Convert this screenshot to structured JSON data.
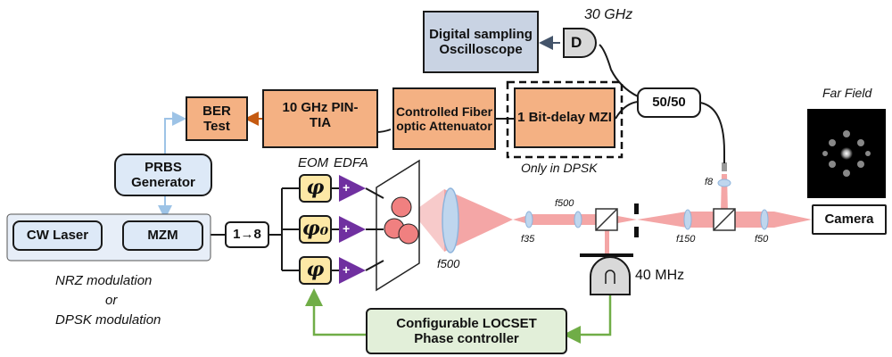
{
  "blocks": {
    "oscilloscope": "Digital sampling Oscilloscope",
    "detector_symbol": "D",
    "freq_top": "30 GHz",
    "coupler": "50/50",
    "mzi": "1 Bit-delay MZI",
    "only_dpsk": "Only in DPSK",
    "attenuator": "Controlled Fiber optic Attenuator",
    "pin_tia": "10 GHz PIN-TIA",
    "ber": "BER Test",
    "prbs": "PRBS Generator",
    "cw_laser": "CW Laser",
    "mzm": "MZM",
    "splitter": "1→8",
    "modulation_line1": "NRZ modulation",
    "modulation_line2": "or",
    "modulation_line3": "DPSK modulation",
    "eom": "EOM",
    "edfa": "EDFA",
    "phi": "φ",
    "phi0": "φ₀",
    "plus": "+",
    "far_field": "Far Field",
    "camera": "Camera",
    "controller": "Configurable LOCSET Phase controller",
    "freq_bottom": "40 MHz"
  },
  "lenses": {
    "f500_main": "f500",
    "f35": "f35",
    "f500_small": "f500",
    "f150": "f150",
    "f50": "f50",
    "f8": "f8"
  },
  "colors": {
    "orange_block": "#f4b183",
    "light_blue_block": "#dde9f7",
    "gray_block": "#c9d3e3",
    "green_block": "#e2efd9",
    "yellow_block": "#fde8a6",
    "edfa_triangle": "#7030a0",
    "beam": "#f4a6a6",
    "green_line": "#70ad47",
    "blue_line": "#9dc3e6",
    "arrow_brown": "#c55a11"
  }
}
